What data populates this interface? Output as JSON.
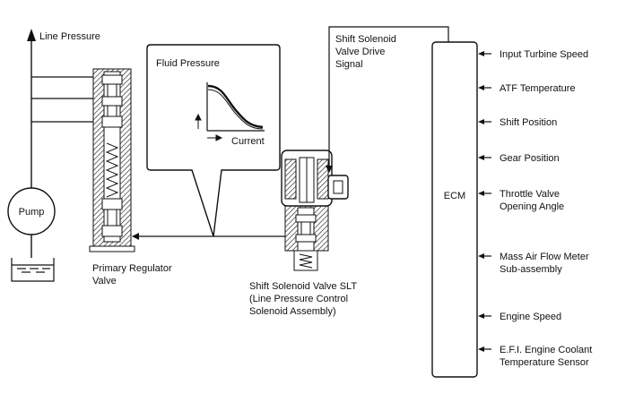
{
  "labels": {
    "line_pressure": "Line Pressure",
    "pump": "Pump",
    "primary_regulator": [
      "Primary Regulator",
      "Valve"
    ],
    "fluid_pressure": "Fluid Pressure",
    "current": "Current",
    "shift_solenoid_drive": [
      "Shift Solenoid",
      "Valve Drive",
      "Signal"
    ],
    "shift_solenoid_slt": [
      "Shift Solenoid Valve SLT",
      "(Line Pressure Control",
      "Solenoid Assembly)"
    ],
    "ecm": "ECM"
  },
  "ecm_inputs": [
    {
      "lines": [
        "Input Turbine Speed"
      ]
    },
    {
      "lines": [
        "ATF Temperature"
      ]
    },
    {
      "lines": [
        "Shift Position"
      ]
    },
    {
      "lines": [
        "Gear Position"
      ]
    },
    {
      "lines": [
        "Throttle Valve",
        "Opening Angle"
      ]
    },
    {
      "lines": [
        "Mass Air Flow Meter",
        "Sub-assembly"
      ]
    },
    {
      "lines": [
        "Engine Speed"
      ]
    },
    {
      "lines": [
        "E.F.I. Engine Coolant",
        "Temperature Sensor"
      ]
    }
  ],
  "colors": {
    "line": "#111111",
    "hatch": "#111111",
    "background": "#ffffff"
  }
}
